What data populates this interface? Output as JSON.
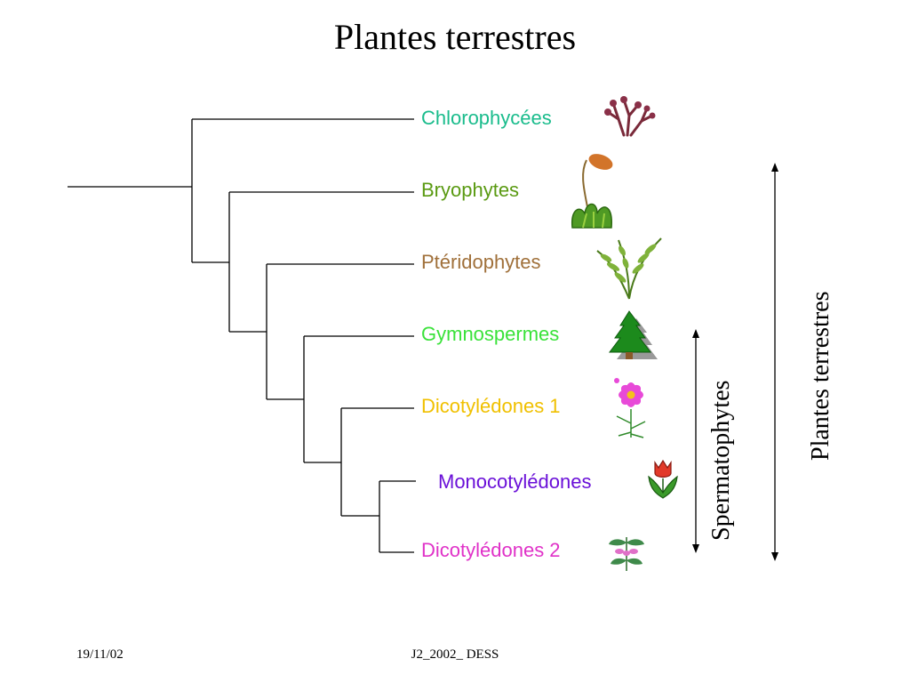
{
  "title": "Plantes terrestres",
  "taxa": [
    {
      "label": "Chlorophycées",
      "color": "#1abc8c",
      "icon": "seaweed-icon"
    },
    {
      "label": "Bryophytes",
      "color": "#5a9a12",
      "icon": "moss-icon"
    },
    {
      "label": "Ptéridophytes",
      "color": "#a0703a",
      "icon": "fern-icon"
    },
    {
      "label": "Gymnospermes",
      "color": "#3ae23a",
      "icon": "conifer-icon"
    },
    {
      "label": "Dicotylédones 1",
      "color": "#f0c000",
      "icon": "pink-flower-icon"
    },
    {
      "label": "Monocotylédones",
      "color": "#6a10d8",
      "icon": "tulip-icon"
    },
    {
      "label": "Dicotylédones 2",
      "color": "#e032c8",
      "icon": "nettle-flower-icon"
    }
  ],
  "brackets": {
    "spermatophytes": "Spermatophytes",
    "plantes_terrestres": "Plantes terrestres"
  },
  "footer": {
    "date": "19/11/02",
    "center": "J2_2002_ DESS"
  }
}
